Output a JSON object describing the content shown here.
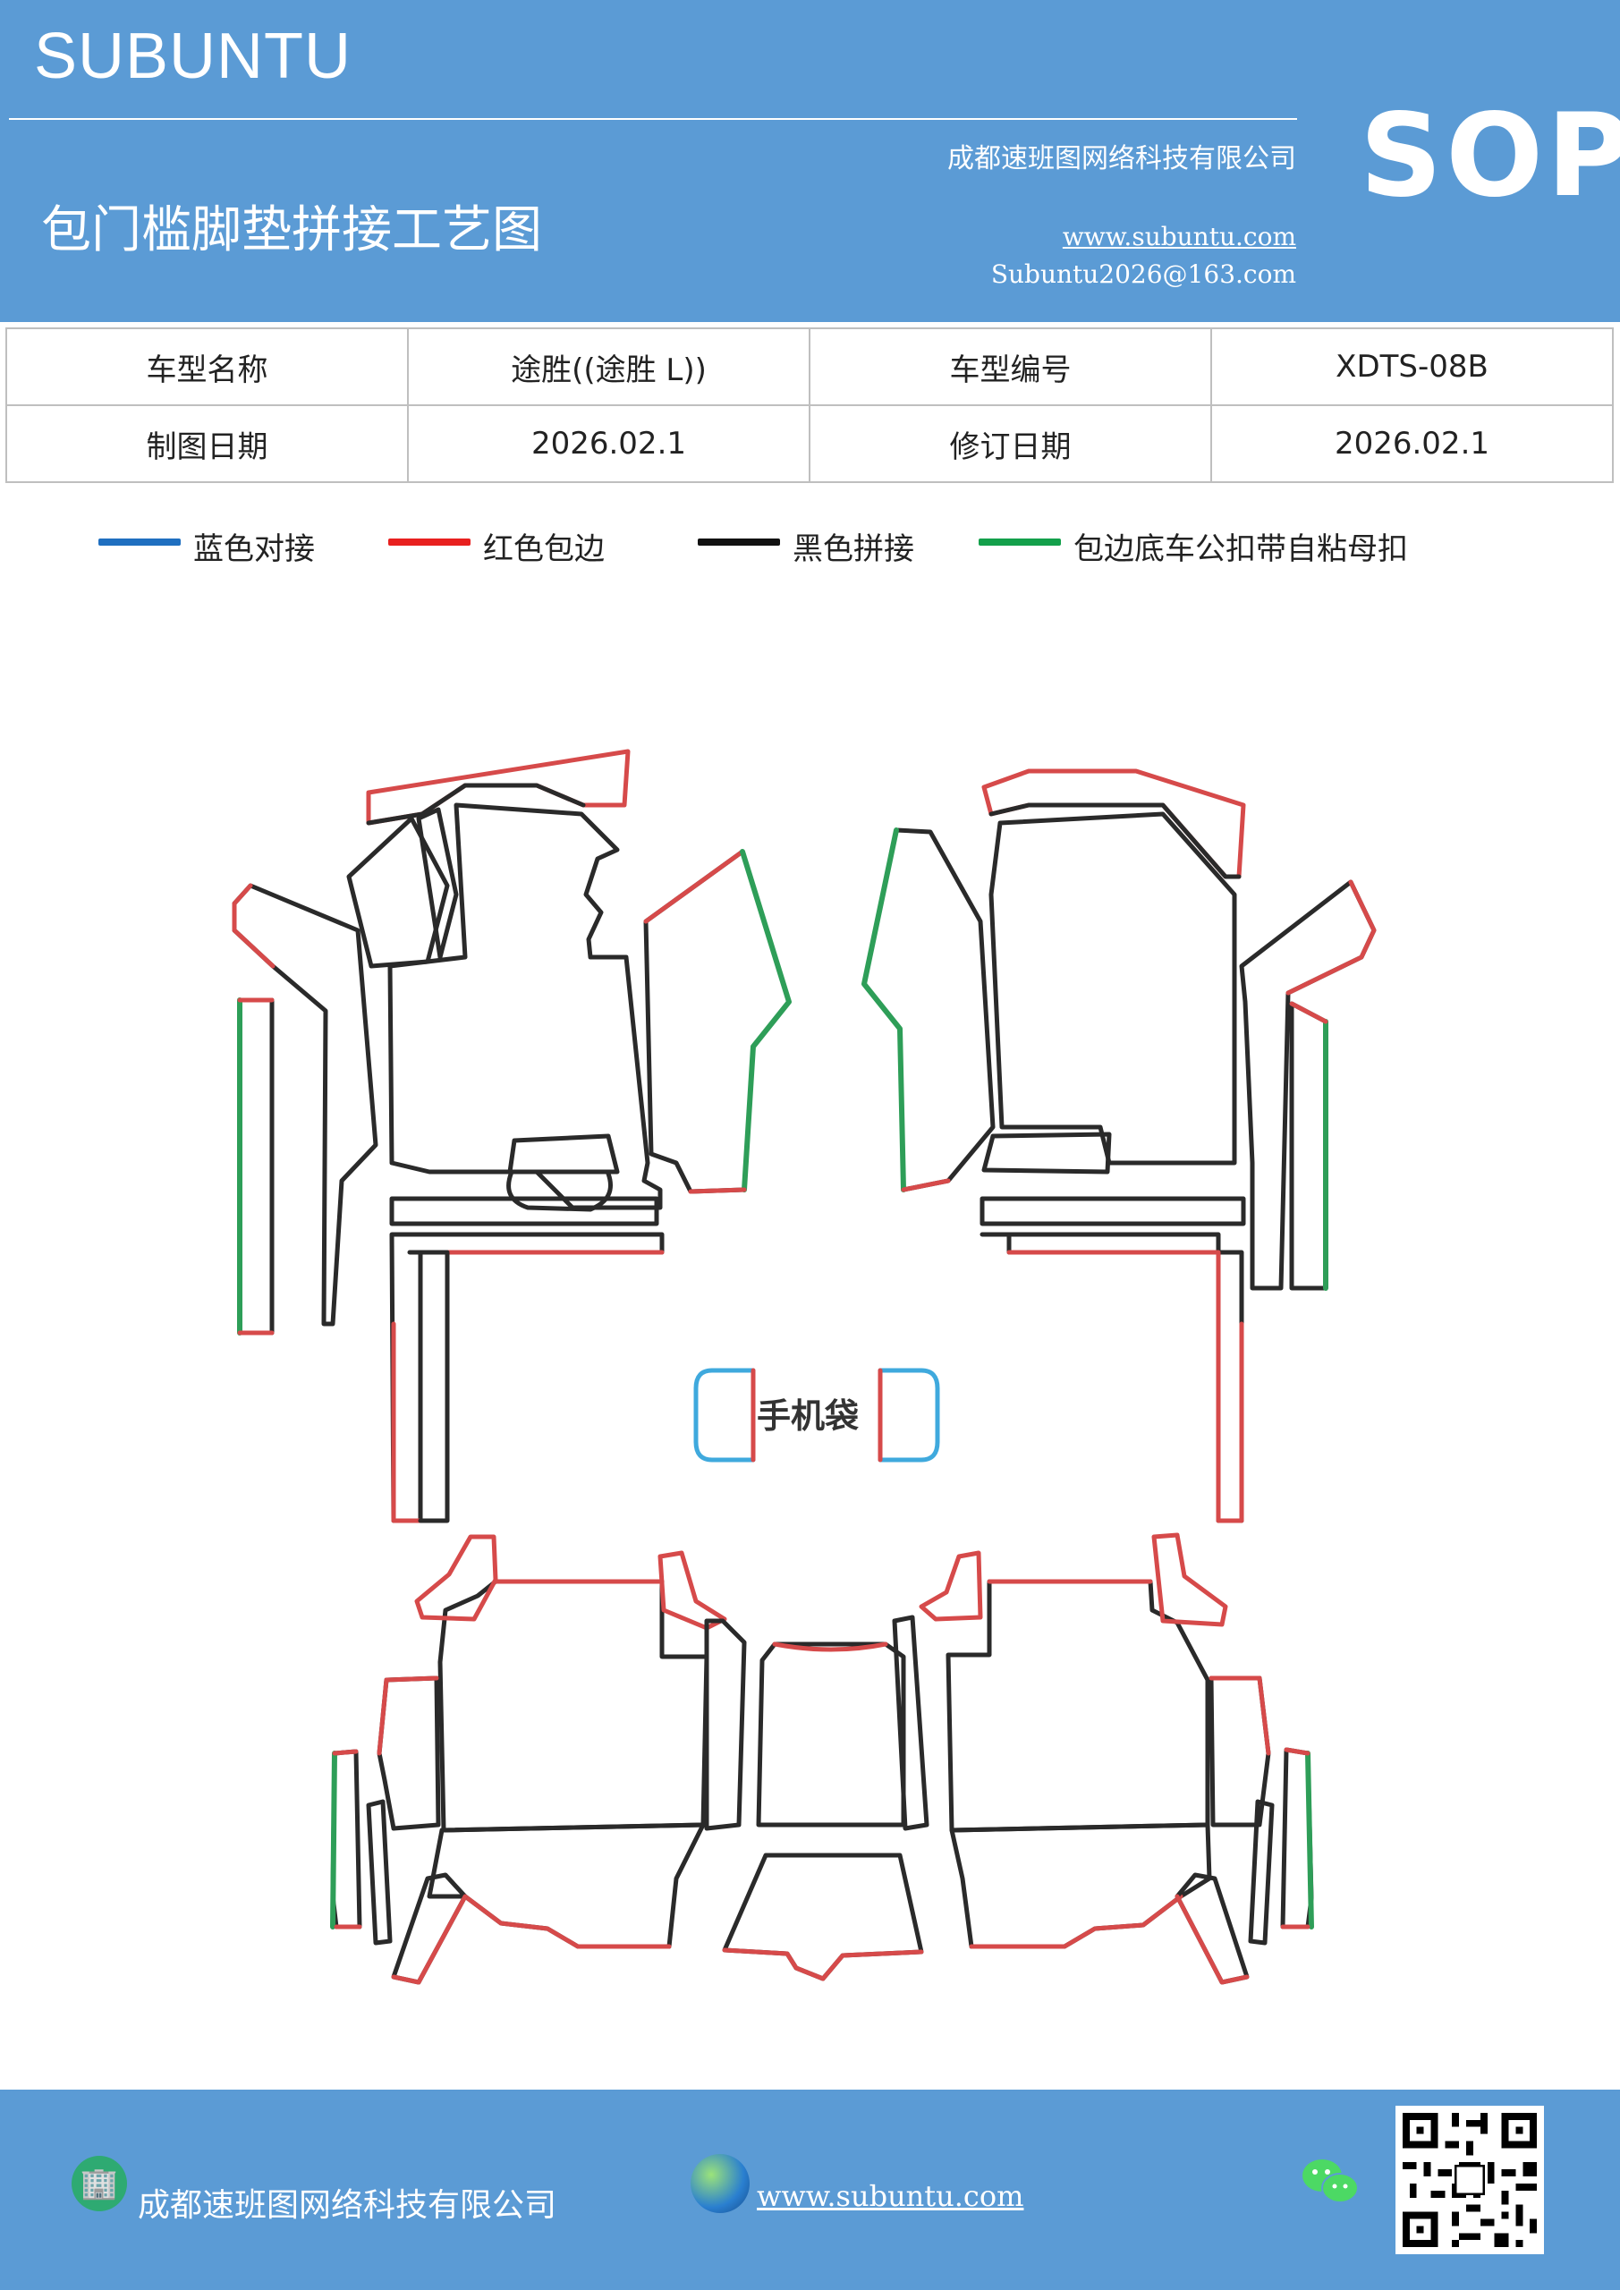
{
  "header": {
    "brand": "SUBUNTU",
    "doc_code": "SOP",
    "title": "包门槛脚垫拼接工艺图",
    "company": "成都速班图网络科技有限公司",
    "website": "www.subuntu.com",
    "email": "Subuntu2026@163.com"
  },
  "info_table": {
    "rows": [
      [
        {
          "text": "车型名称",
          "kind": "label"
        },
        {
          "text": "途胜((途胜 L))",
          "kind": "value"
        },
        {
          "text": "车型编号",
          "kind": "label"
        },
        {
          "text": "XDTS-08B",
          "kind": "value"
        }
      ],
      [
        {
          "text": "制图日期",
          "kind": "label"
        },
        {
          "text": "2026.02.1",
          "kind": "value"
        },
        {
          "text": "修订日期",
          "kind": "label"
        },
        {
          "text": "2026.02.1",
          "kind": "value"
        }
      ]
    ]
  },
  "legend": [
    {
      "label": "蓝色对接",
      "color": "#1f6fc0"
    },
    {
      "label": "红色包边",
      "color": "#e8201f"
    },
    {
      "label": "黑色拼接",
      "color": "#111111"
    },
    {
      "label": "包边底车公扣带自粘母扣",
      "color": "#13a04b"
    }
  ],
  "diagram": {
    "phone_pocket_label": "手机袋",
    "stroke_colors": {
      "black": "#2a2a2a",
      "red": "#d64a4a",
      "green": "#2e9e58",
      "blue": "#3fa9dd"
    }
  },
  "footer": {
    "company": "成都速班图网络科技有限公司",
    "website": "www.subuntu.com",
    "icons": [
      "building-icon",
      "globe-icon",
      "wechat-icon",
      "qr-code"
    ]
  }
}
